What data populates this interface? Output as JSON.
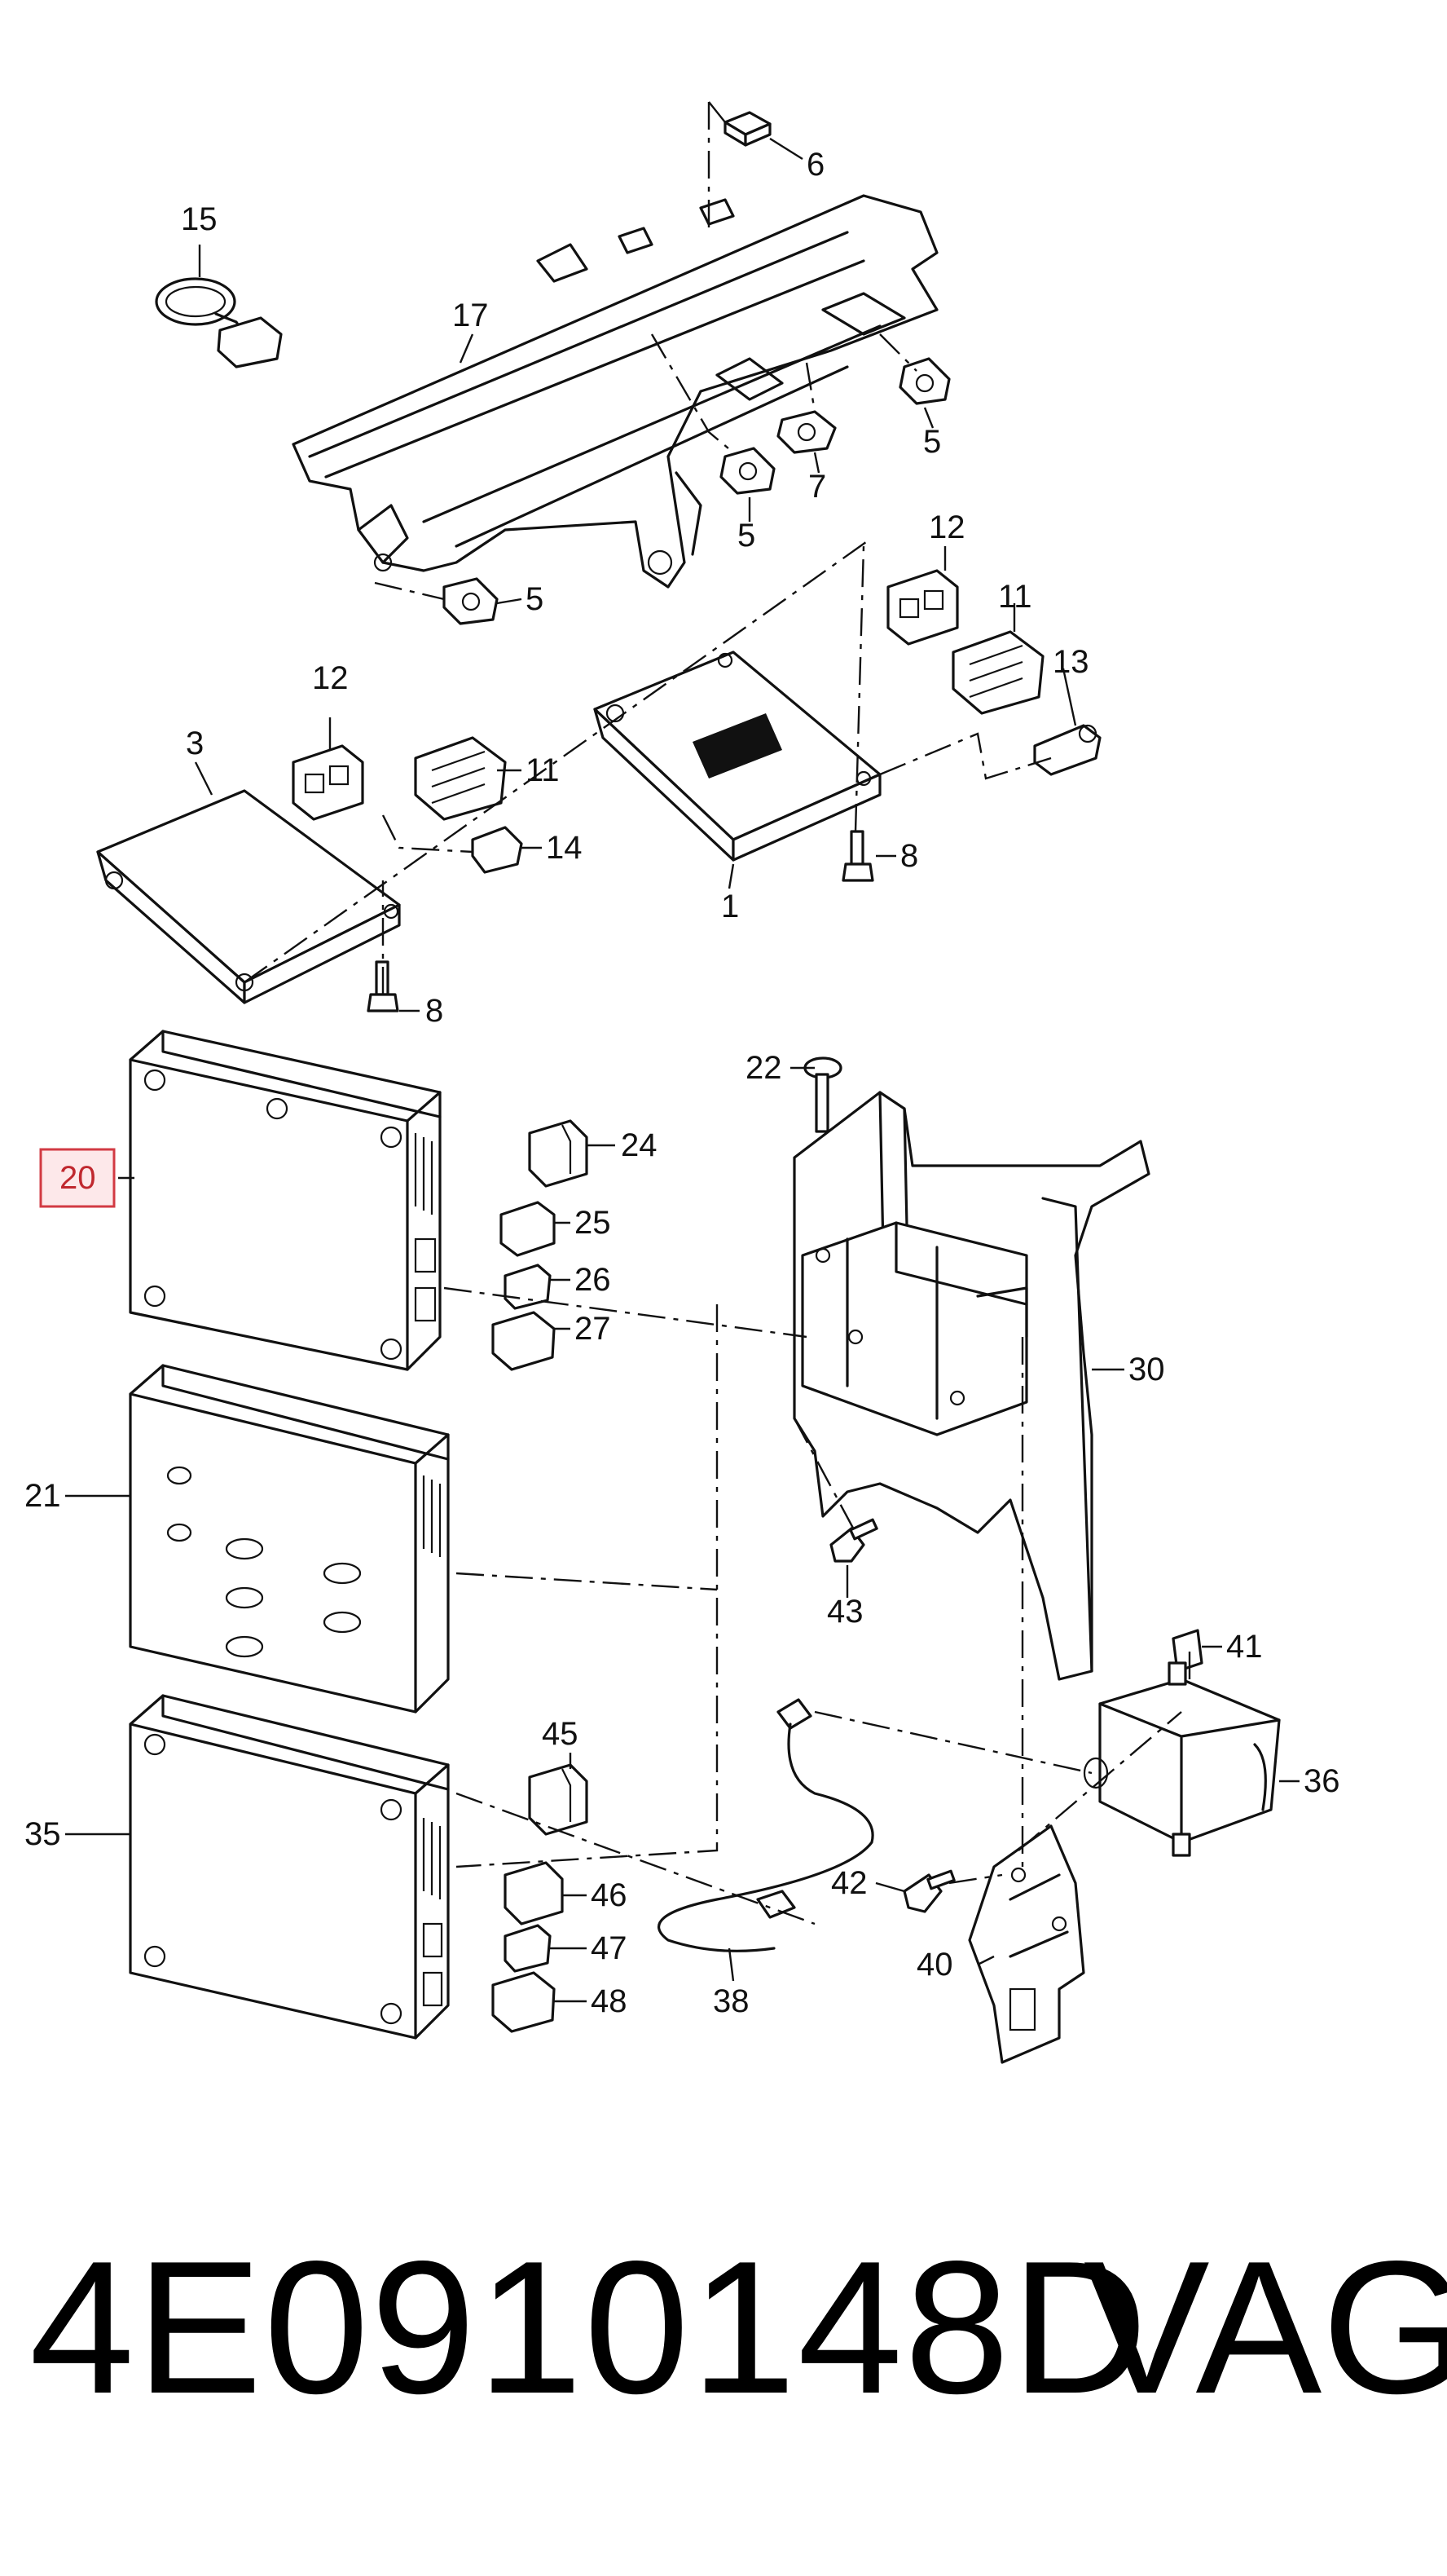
{
  "labels": {
    "c1": "1",
    "c3": "3",
    "c5a": "5",
    "c5b": "5",
    "c5c": "5",
    "c6": "6",
    "c7": "7",
    "c8a": "8",
    "c8b": "8",
    "c11a": "11",
    "c11b": "11",
    "c12a": "12",
    "c12b": "12",
    "c13": "13",
    "c14": "14",
    "c15": "15",
    "c17": "17",
    "c20": "20",
    "c21": "21",
    "c22": "22",
    "c24": "24",
    "c25": "25",
    "c26": "26",
    "c27": "27",
    "c30": "30",
    "c35": "35",
    "c36": "36",
    "c38": "38",
    "c40": "40",
    "c41": "41",
    "c42": "42",
    "c43": "43",
    "c45": "45",
    "c46": "46",
    "c47": "47",
    "c48": "48"
  },
  "highlight": {
    "label": "20",
    "color": "#d23a43",
    "fill": "#fde8ea"
  },
  "footer": {
    "part_number": "4E0910148D",
    "brand": "VAG"
  }
}
